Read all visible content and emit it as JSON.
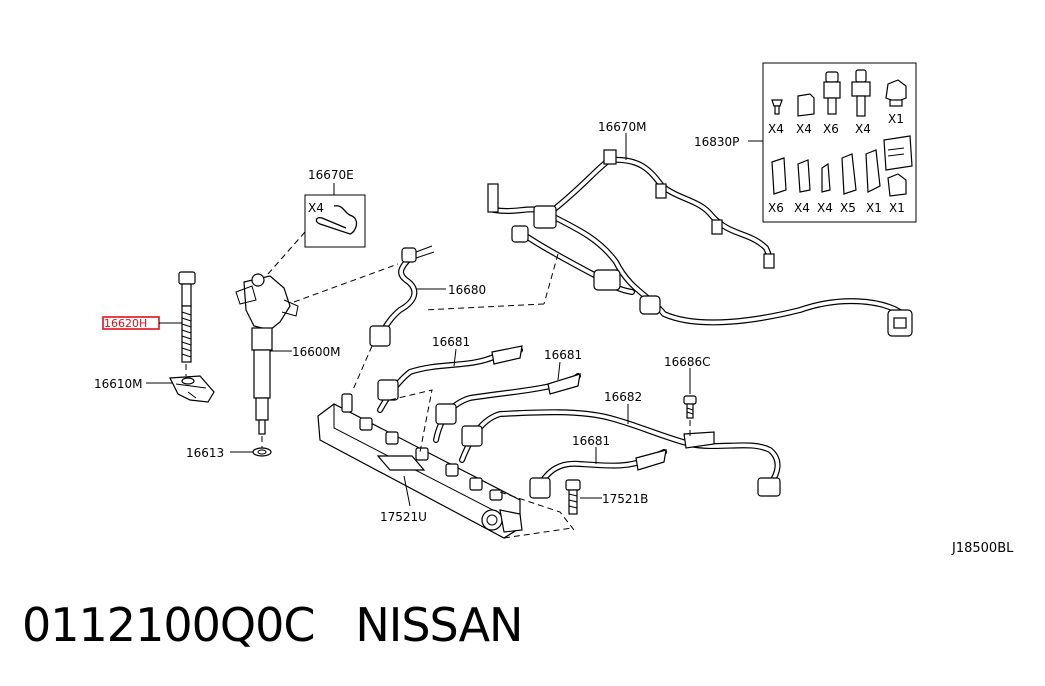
{
  "labels": {
    "p16620H": "16620H",
    "p16610M": "16610M",
    "p16613": "16613",
    "p16600M": "16600M",
    "p16670E": "16670E",
    "p16670E_qty": "X4",
    "p16680": "16680",
    "p16670M": "16670M",
    "p16830P": "16830P",
    "p16681a": "16681",
    "p16681b": "16681",
    "p16681c": "16681",
    "p16682": "16682",
    "p16686C": "16686C",
    "p17521U": "17521U",
    "p17521B": "17521B"
  },
  "kit_quantities_row1": [
    "X4",
    "X4",
    "X6",
    "X4",
    "X1"
  ],
  "kit_quantities_row2": [
    "X6",
    "X4",
    "X4",
    "X5",
    "X1",
    "X1"
  ],
  "diagram_code": "J18500BL",
  "caption": {
    "part_number": "0112100Q0C",
    "brand": "NISSAN"
  },
  "colors": {
    "highlight": "#e0101a",
    "line": "#000000"
  }
}
